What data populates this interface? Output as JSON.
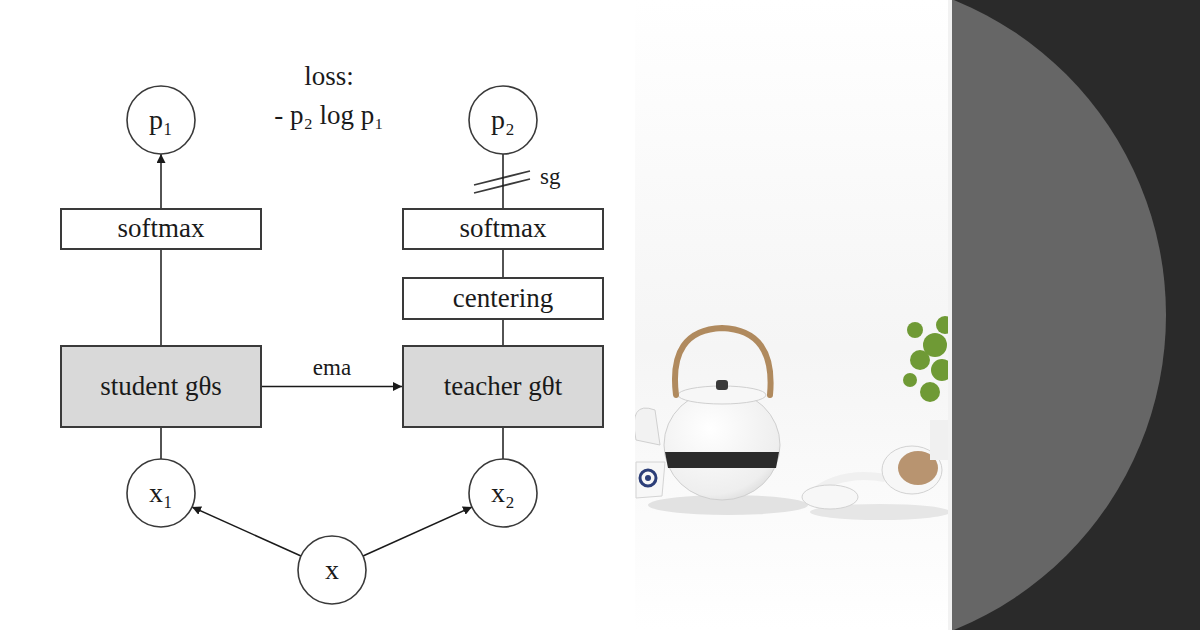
{
  "diagram": {
    "nodes": [
      {
        "text": [
          "p₁"
        ]
      },
      {
        "text": [
          "p₂"
        ]
      },
      {
        "text": [
          "softmax"
        ]
      },
      {
        "text": [
          "softmax"
        ]
      },
      {
        "text": [
          "centering"
        ]
      },
      {
        "text": [
          "student gθs"
        ]
      },
      {
        "text": [
          "teacher gθt"
        ]
      },
      {
        "text": [
          "x₁"
        ]
      },
      {
        "text": [
          "x₂"
        ]
      },
      {
        "text": [
          "x"
        ]
      }
    ],
    "edges": [
      {
        "from": 9,
        "to": 7,
        "arrow": "to"
      },
      {
        "from": 9,
        "to": 8,
        "arrow": "to"
      },
      {
        "from": 7,
        "to": 5,
        "arrow": "none"
      },
      {
        "from": 5,
        "to": 2,
        "arrow": "none"
      },
      {
        "from": 2,
        "to": 0,
        "arrow": "to"
      },
      {
        "from": 8,
        "to": 6,
        "arrow": "none"
      },
      {
        "from": 6,
        "to": 4,
        "arrow": "none"
      },
      {
        "from": 4,
        "to": 3,
        "arrow": "none"
      },
      {
        "from": 3,
        "to": 1,
        "arrow": "none"
      },
      {
        "from": 5,
        "to": 6,
        "label": "ema",
        "arrow": "to"
      }
    ],
    "labels": [
      "loss:",
      "- p₂ log p₁",
      "sg"
    ]
  }
}
